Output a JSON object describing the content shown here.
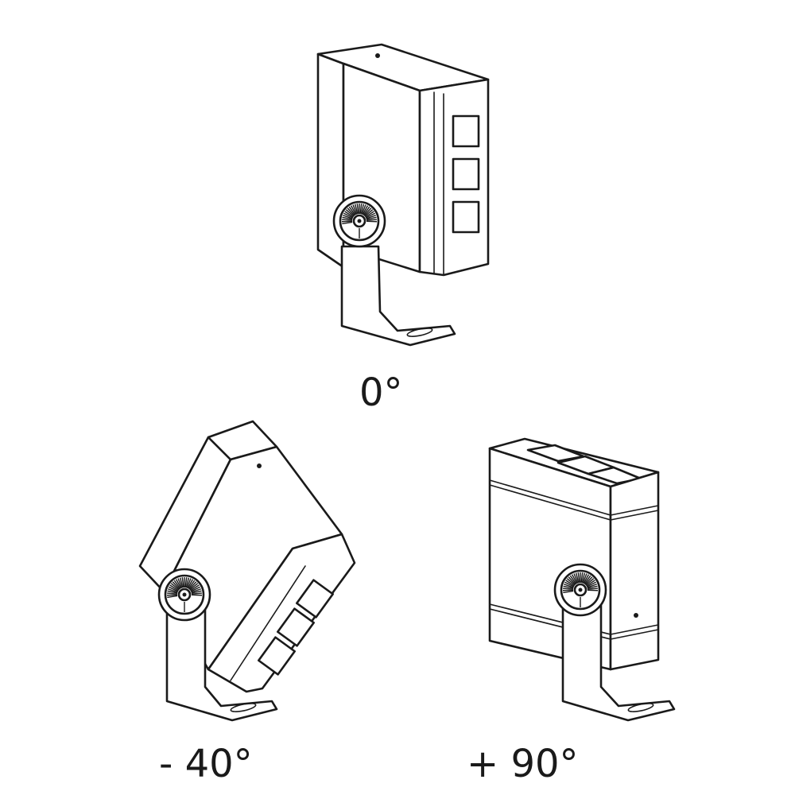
{
  "positions": [
    {
      "id": "pos-0",
      "label": "0°"
    },
    {
      "id": "pos-m40",
      "label": "- 40°"
    },
    {
      "id": "pos-p90",
      "label": "+ 90°"
    }
  ]
}
